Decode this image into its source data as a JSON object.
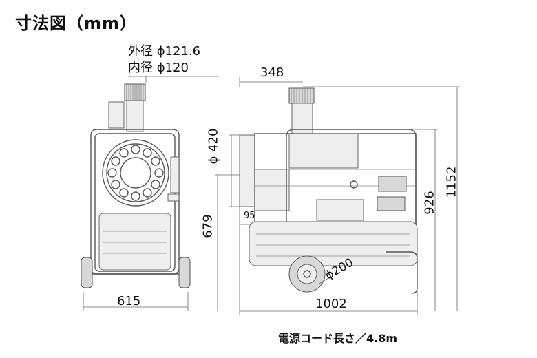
{
  "title": "寸法図（mm）",
  "outer_diameter_label": "外径 ϕ121.6",
  "inner_diameter_label": "内径 ϕ120",
  "dimensions": {
    "front_width": "615",
    "side_depth_top": "348",
    "duct_diameter": "ϕ 420",
    "front_height": "679",
    "offset": "95",
    "body_height": "926",
    "total_height": "1152",
    "wheel_diameter": "ϕ200",
    "total_length": "1002"
  },
  "cord_note": "電源コード長さ／4.8m"
}
